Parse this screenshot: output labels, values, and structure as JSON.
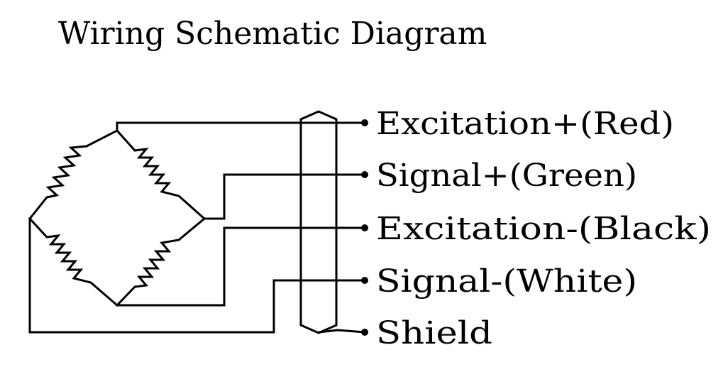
{
  "title": "Wiring Schematic Diagram",
  "terminals": [
    {
      "label": "Excitation+(Red)"
    },
    {
      "label": "Signal+(Green)"
    },
    {
      "label": "Excitation-(Black)"
    },
    {
      "label": "Signal-(White)"
    },
    {
      "label": "Shield"
    }
  ],
  "colors": {
    "line": "#000000",
    "background": "#ffffff"
  }
}
